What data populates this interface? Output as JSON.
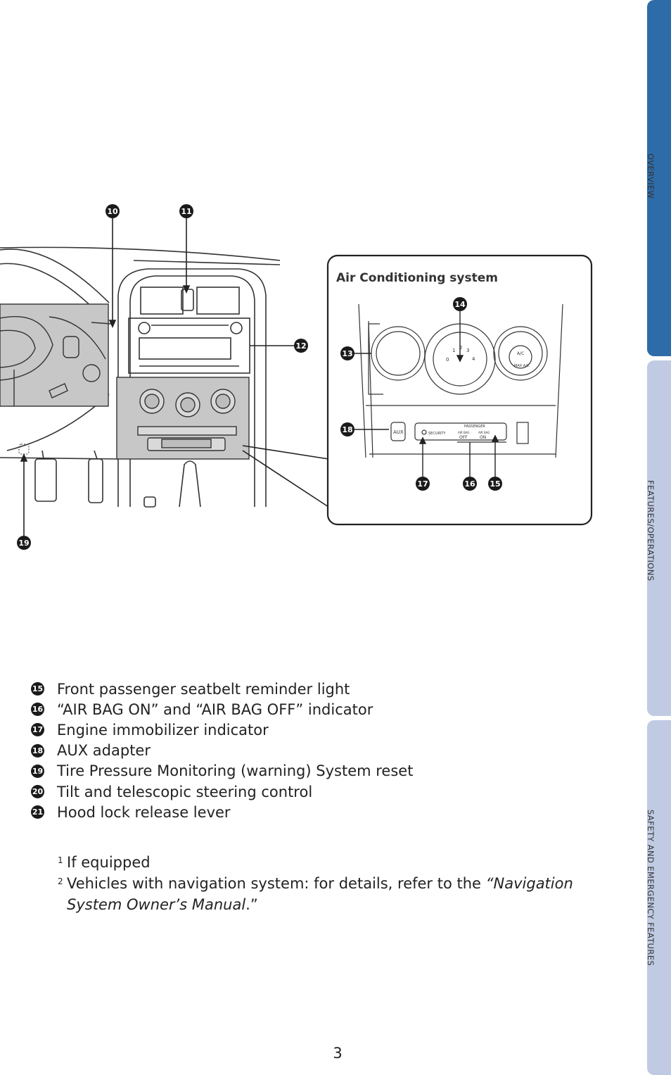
{
  "side_tabs": [
    {
      "label": "OVERVIEW",
      "color": "#2e6ca9"
    },
    {
      "label": "FEATURES/OPERATIONS",
      "color": "#c0cbe3"
    },
    {
      "label": "SAFETY AND EMERGENCY FEATURES",
      "color": "#c0cbe3"
    }
  ],
  "figure": {
    "ac_title": "Air Conditioning system",
    "callouts": [
      "10",
      "11",
      "12",
      "13",
      "14",
      "15",
      "16",
      "17",
      "18",
      "19"
    ],
    "panel_labels": {
      "passenger": "PASSENGER",
      "security": "SECURITY",
      "air_bag_1": "AIR BAG",
      "air_bag_2": "AIR BAG",
      "off": "OFF",
      "on": "ON",
      "aux": "AUX",
      "ac": "A/C",
      "max_ac": "MAX A/C",
      "fan_digits": [
        "0",
        "1",
        "2",
        "3",
        "4"
      ]
    }
  },
  "legend": [
    {
      "num": "15",
      "text": "Front passenger seatbelt reminder light"
    },
    {
      "num": "16",
      "text": "“AIR BAG ON” and “AIR BAG OFF” indicator"
    },
    {
      "num": "17",
      "text": "Engine immobilizer indicator"
    },
    {
      "num": "18",
      "text": "AUX adapter"
    },
    {
      "num": "19",
      "text": "Tire Pressure Monitoring (warning) System reset"
    },
    {
      "num": "20",
      "text": "Tilt and telescopic steering control"
    },
    {
      "num": "21",
      "text": "Hood lock release lever"
    }
  ],
  "notes": [
    {
      "sup": "1",
      "text": "If equipped"
    },
    {
      "sup": "2",
      "text": "Vehicles with navigation system: for details, refer to the ",
      "italic": "“Navigation System Owner’s Manual",
      "tail": ".”"
    }
  ],
  "page_number": "3"
}
